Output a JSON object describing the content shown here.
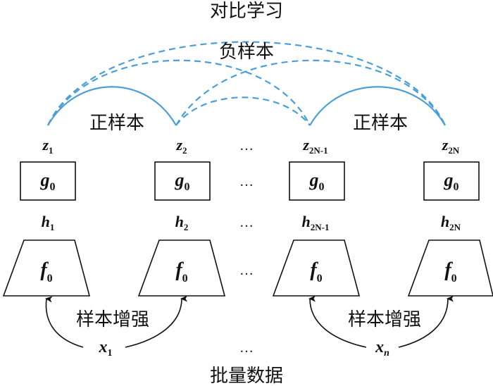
{
  "labels": {
    "contrastive": "对比学习",
    "negative": "负样本",
    "positive": "正样本",
    "augmentation": "样本增强",
    "batch": "批量数据"
  },
  "ellipsis": "…",
  "columns": [
    {
      "z_var": "z",
      "z_sub": "1",
      "h_var": "h",
      "h_sub": "1"
    },
    {
      "z_var": "z",
      "z_sub": "2",
      "h_var": "h",
      "h_sub": "2"
    },
    {
      "z_var": "z",
      "z_sub": "2N-1",
      "h_var": "h",
      "h_sub": "2N-1"
    },
    {
      "z_var": "z",
      "z_sub": "2N",
      "h_var": "h",
      "h_sub": "2N"
    }
  ],
  "g_module": {
    "var": "g",
    "sub": "0"
  },
  "f_module": {
    "var": "f",
    "sub": "0"
  },
  "inputs": [
    {
      "var": "x",
      "sub": "1"
    },
    {
      "var": "x",
      "sub": "n"
    }
  ],
  "colors": {
    "arc": "#4a9fd8",
    "stroke": "#111111"
  }
}
